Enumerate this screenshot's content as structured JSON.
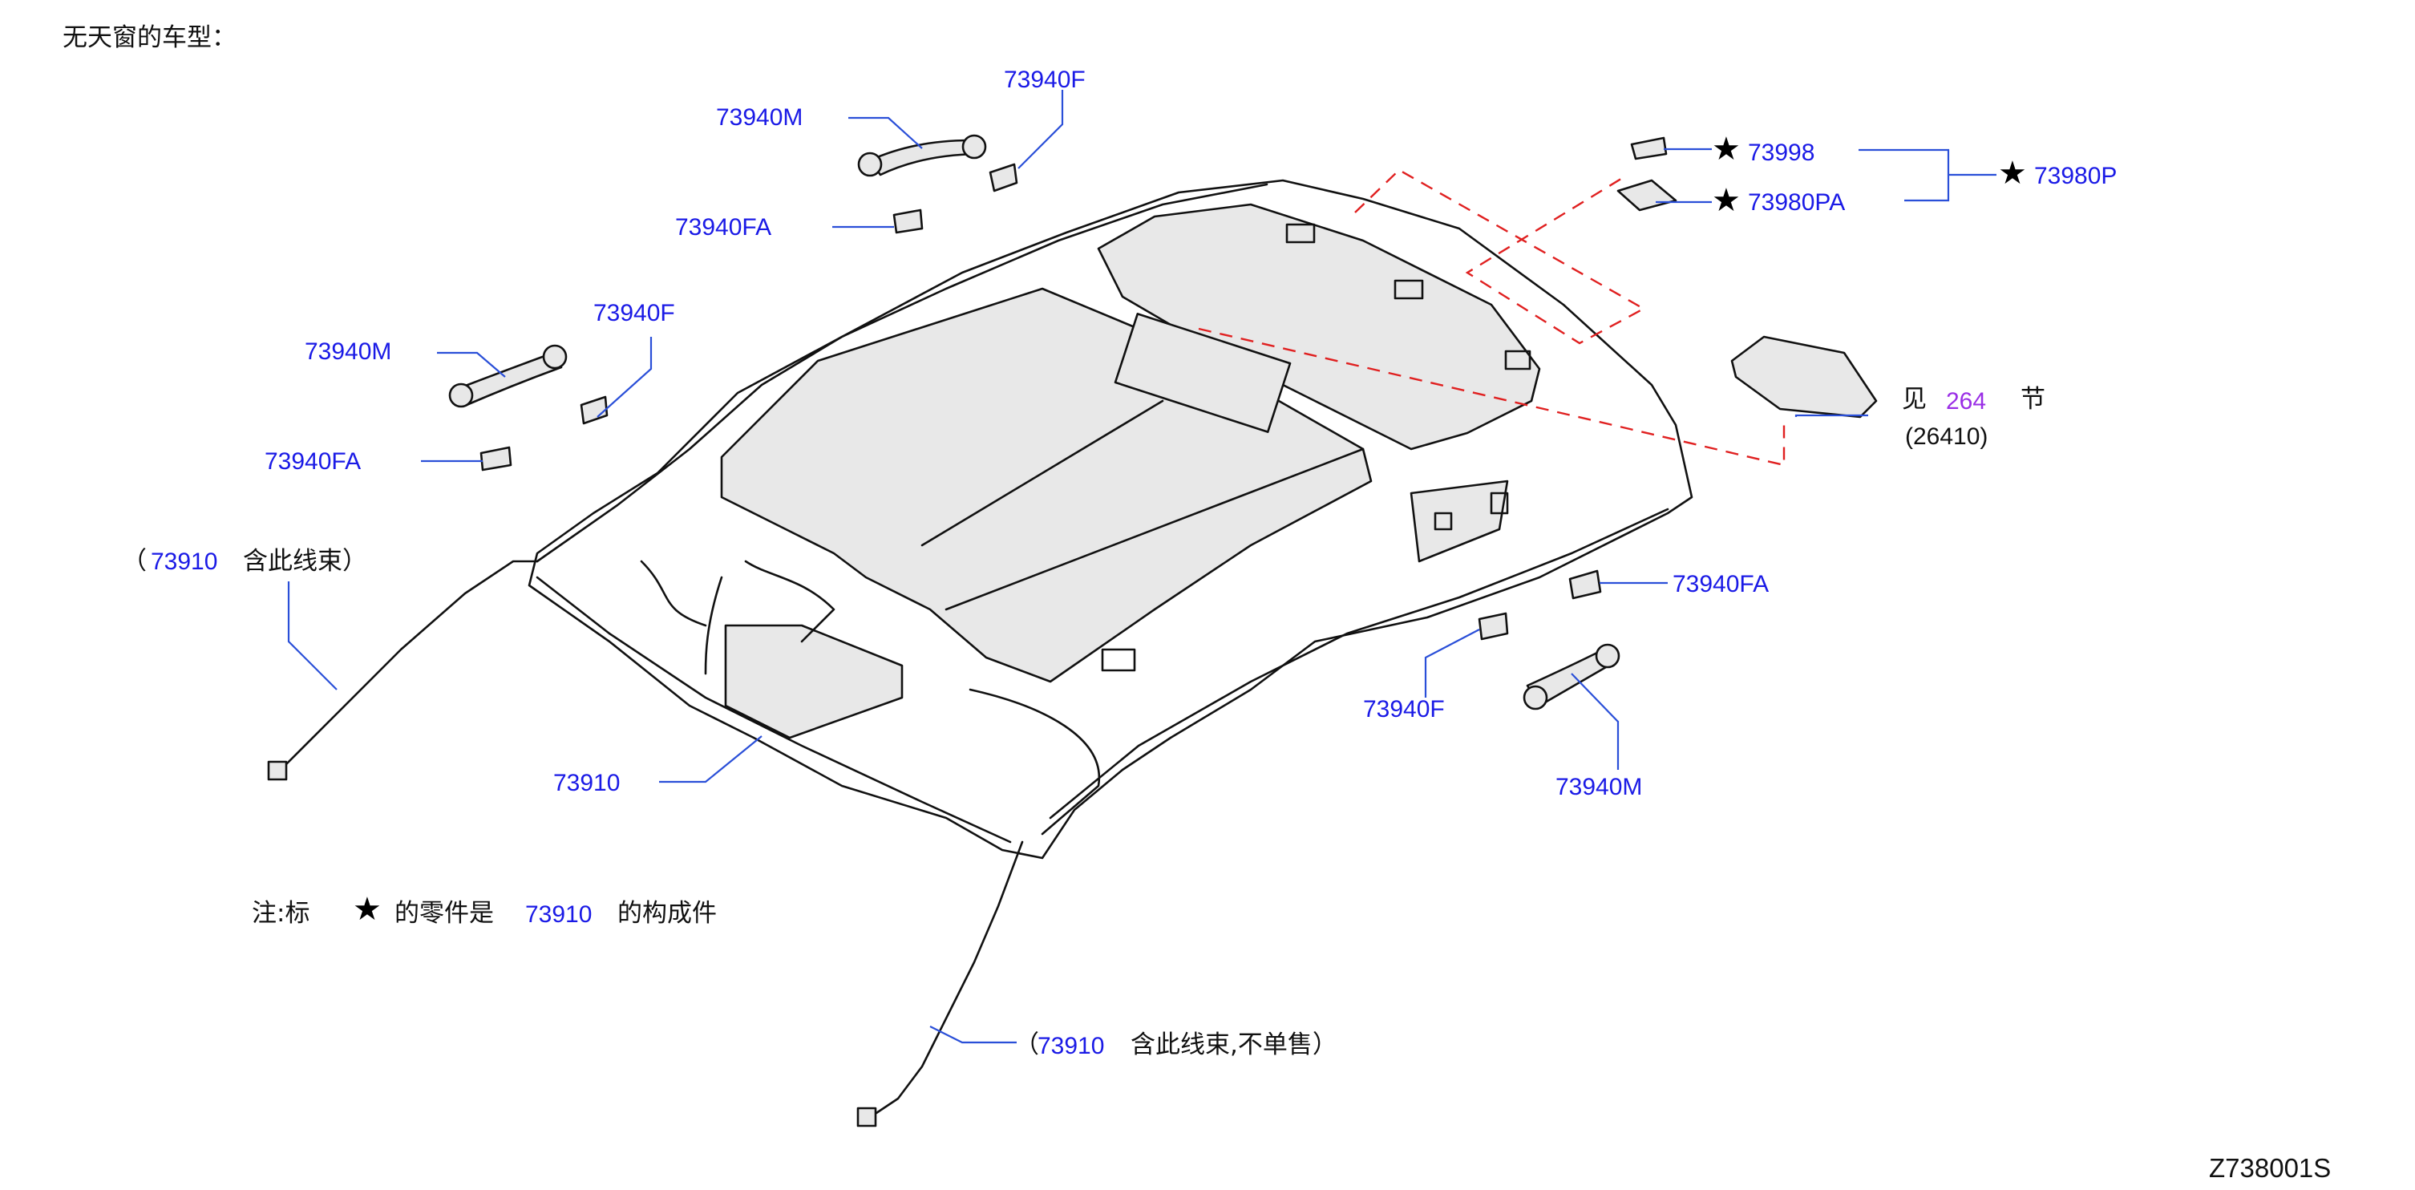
{
  "header": {
    "title": "无天窗的车型："
  },
  "callouts": {
    "grip_top_m": "73940M",
    "grip_top_f": "73940F",
    "grip_top_fa": "73940FA",
    "grip_left_m": "73940M",
    "grip_left_f": "73940F",
    "grip_left_fa": "73940FA",
    "grip_right_fa": "73940FA",
    "grip_right_f": "73940F",
    "grip_right_m": "73940M",
    "clip_73998": "73998",
    "clip_73980pa": "73980PA",
    "assembly_73980p": "73980P",
    "harness_left_open": "（",
    "harness_left_num": "73910",
    "harness_left_text": "含此线束）",
    "harness_main": "73910",
    "harness_bottom_open": "（",
    "harness_bottom_num": "73910",
    "harness_bottom_text": "含此线束,不单售）",
    "lamp_see": "见",
    "lamp_section": "264",
    "lamp_section_suffix": "节",
    "lamp_part": "(26410)"
  },
  "note": {
    "prefix": "注:标",
    "mid": "的零件是",
    "num": "73910",
    "suffix": "的构成件"
  },
  "icons": {
    "star": "★"
  },
  "footer": {
    "diagram_id": "Z738001S"
  },
  "colors": {
    "callout": "#1a1ae6",
    "section_ref": "#9a2ee6",
    "dashed_group": "#e02020",
    "leader": "#2a4fd8"
  }
}
